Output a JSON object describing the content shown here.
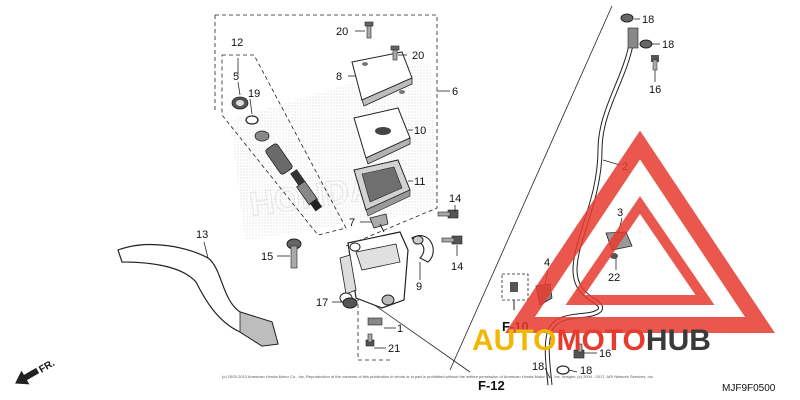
{
  "diagram": {
    "part_labels": {
      "p1": "1",
      "p2": "2",
      "p3": "3",
      "p4": "4",
      "p5": "5",
      "p6": "6",
      "p7": "7",
      "p8": "8",
      "p9": "9",
      "p10": "10",
      "p11": "11",
      "p12": "12",
      "p13": "13",
      "p14a": "14",
      "p14b": "14",
      "p15": "15",
      "p16a": "16",
      "p16b": "16",
      "p17": "17",
      "p18a": "18",
      "p18b": "18",
      "p18c": "18",
      "p18d": "18",
      "p19": "19",
      "p20a": "20",
      "p20b": "20",
      "p21": "21",
      "p22": "22"
    },
    "ref_f10": "F-10",
    "ref_f12": "F-12",
    "fr_arrow": "FR.",
    "diagram_code": "MJF9F0500",
    "copyright": "(c) 2003-2013 American Honda Motor Co., Inc. Reproduction of the contents of this publication in whole or in part is prohibited without the written permission of American Honda Motor Co., Inc. Images: (c) 2004 - 2017, ARI Network Services, Inc.",
    "background_mark": "HONDA",
    "watermark": {
      "part_a": "AUTO",
      "part_o": "O",
      "part_b": "MOTO",
      "part_c": "HUB",
      "colors": {
        "red": "#e63b2e",
        "yellow": "#f2b705",
        "dark": "#3a3a3a"
      }
    }
  }
}
